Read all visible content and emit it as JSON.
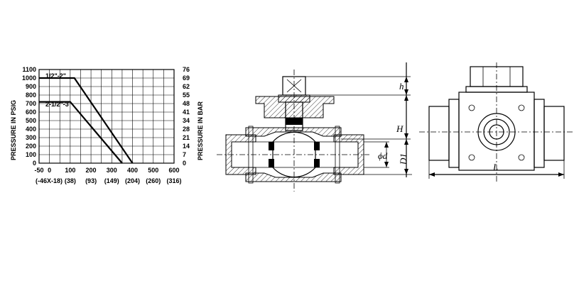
{
  "chart_data": {
    "type": "line",
    "ylabel_left": "PRESSURE IN PSIG",
    "ylabel_right": "PRESSURE IN BAR",
    "x_ticks_f": [
      "-50",
      "0",
      "100",
      "200",
      "300",
      "400",
      "500",
      "600"
    ],
    "x_ticks_c": [
      "(-46X-18)",
      "(38)",
      "(93)",
      "(149)",
      "(204)",
      "(260)",
      "(316)"
    ],
    "y_ticks_psig": [
      "1100",
      "1000",
      "900",
      "800",
      "700",
      "600",
      "500",
      "400",
      "300",
      "200",
      "100",
      "0"
    ],
    "y_ticks_bar": [
      "76",
      "69",
      "62",
      "55",
      "48",
      "41",
      "34",
      "28",
      "21",
      "14",
      "7",
      "0"
    ],
    "xlim": [
      -50,
      600
    ],
    "ylim": [
      0,
      1100
    ],
    "series": [
      {
        "name": "1/2\"-2\"",
        "x": [
          -50,
          120,
          400
        ],
        "y": [
          1000,
          1000,
          0
        ]
      },
      {
        "name": "2-1/2\"-3",
        "x": [
          -50,
          100,
          350
        ],
        "y": [
          720,
          720,
          0
        ]
      }
    ]
  },
  "dimensions": {
    "h": "h",
    "H": "H",
    "d": "d",
    "D1": "D1",
    "L": "L"
  }
}
